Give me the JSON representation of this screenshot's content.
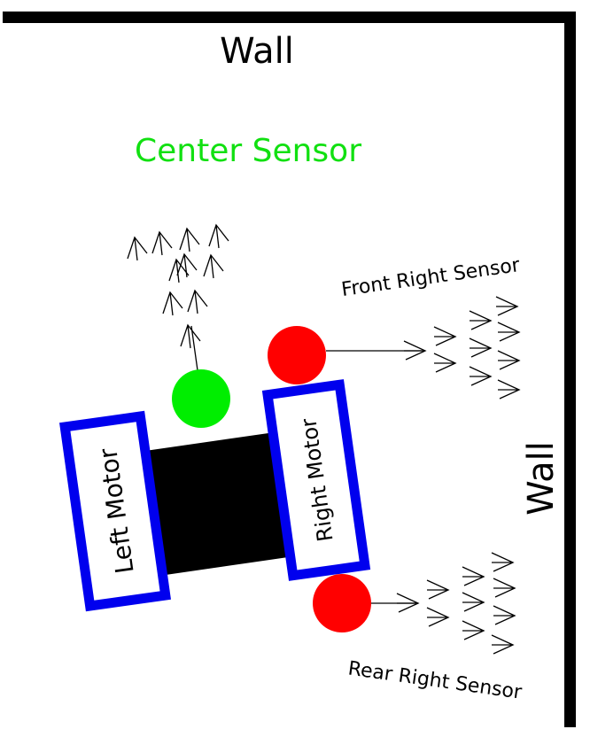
{
  "diagram": {
    "title": "Wall-following robot sensor layout",
    "walls": {
      "top_label": "Wall",
      "right_label": "Wall"
    },
    "sensors": {
      "center": {
        "label": "Center Sensor",
        "color": "#00ee00"
      },
      "front_right": {
        "label": "Front Right Sensor",
        "color": "#ff0000"
      },
      "rear_right": {
        "label": "Rear Right Sensor",
        "color": "#ff0000"
      }
    },
    "motors": {
      "left": {
        "label": "Left Motor",
        "border_color": "#0000ee"
      },
      "right": {
        "label": "Right Motor",
        "border_color": "#0000ee"
      }
    },
    "body_color": "#000000",
    "wall_color": "#000000"
  }
}
